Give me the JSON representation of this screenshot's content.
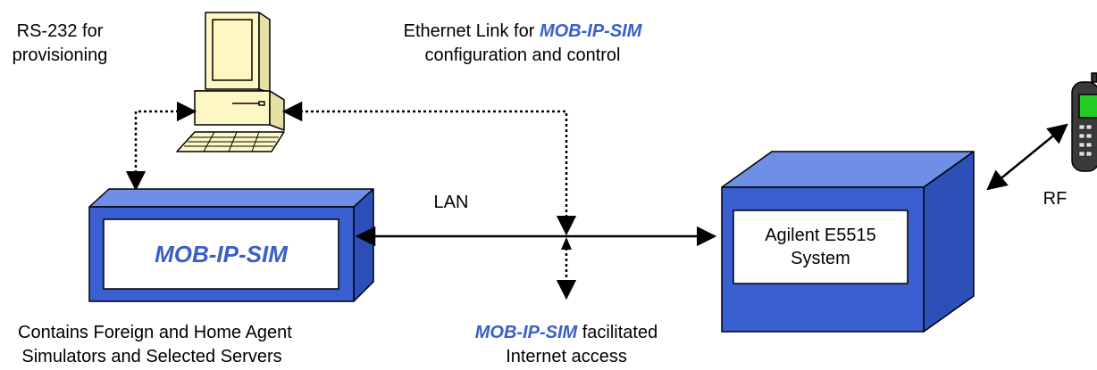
{
  "labels": {
    "rs232_line1": "RS-232 for",
    "rs232_line2": "provisioning",
    "ethernet_prefix": "Ethernet Link for ",
    "ethernet_emph": "MOB-IP-SIM",
    "ethernet_line2": "configuration and control",
    "lan": "LAN",
    "rf": "RF",
    "contains_line1": "Contains Foreign and Home Agent",
    "contains_line2": "Simulators and Selected Servers",
    "internet_emph": "MOB-IP-SIM",
    "internet_suffix": " facilitated",
    "internet_line2": "Internet access"
  },
  "boxes": {
    "simulator_name": "MOB-IP-SIM",
    "e5515_line1": "Agilent E5515",
    "e5515_line2": "System"
  },
  "colors": {
    "box_blue": "#3a5fd0",
    "box_top": "#6f8ee6",
    "emphasis_blue": "#3a5fc8",
    "computer_beige": "#fdf7c4",
    "phone_screen": "#22cc22"
  },
  "icons": {
    "computer": "desktop-computer-icon",
    "phone": "mobile-phone-icon"
  }
}
